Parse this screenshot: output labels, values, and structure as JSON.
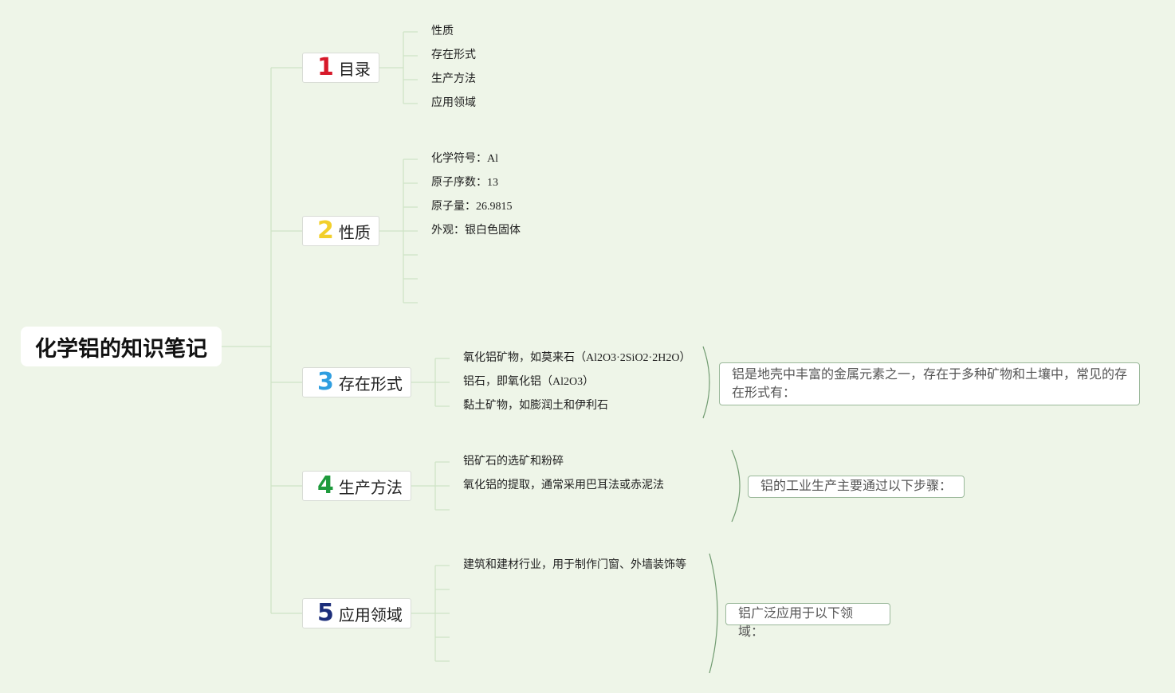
{
  "root": {
    "title": "化学铝的知识笔记"
  },
  "sections": [
    {
      "num": "1",
      "num_color": "#d7192a",
      "title": "目录",
      "items": [
        "性质",
        "存在形式",
        "生产方法",
        "应用领域"
      ]
    },
    {
      "num": "2",
      "num_color": "#f2cf2b",
      "title": "性质",
      "items": [
        "化学符号：Al",
        "原子序数：13",
        "原子量：26.9815",
        "外观：银白色固体"
      ]
    },
    {
      "num": "3",
      "num_color": "#2f9ee0",
      "title": "存在形式",
      "items": [
        "氧化铝矿物，如莫来石（Al2O3·2SiO2·2H2O）",
        "铝石，即氧化铝（Al2O3）",
        "黏土矿物，如膨润土和伊利石"
      ],
      "note": "铝是地壳中丰富的金属元素之一，存在于多种矿物和土壤中，常见的存在形式有："
    },
    {
      "num": "4",
      "num_color": "#1e9a3c",
      "title": "生产方法",
      "items": [
        "铝矿石的选矿和粉碎",
        "氧化铝的提取，通常采用巴耳法或赤泥法"
      ],
      "note": "铝的工业生产主要通过以下步骤："
    },
    {
      "num": "5",
      "num_color": "#1c2e7a",
      "title": "应用领域",
      "items": [
        "建筑和建材行业，用于制作门窗、外墙装饰等"
      ],
      "note": "铝广泛应用于以下领域："
    }
  ],
  "colors": {
    "background": "#eef5e8",
    "connector": "#cfe3c6",
    "note_border": "#9ab89a",
    "brace": "#6f9a6f"
  }
}
